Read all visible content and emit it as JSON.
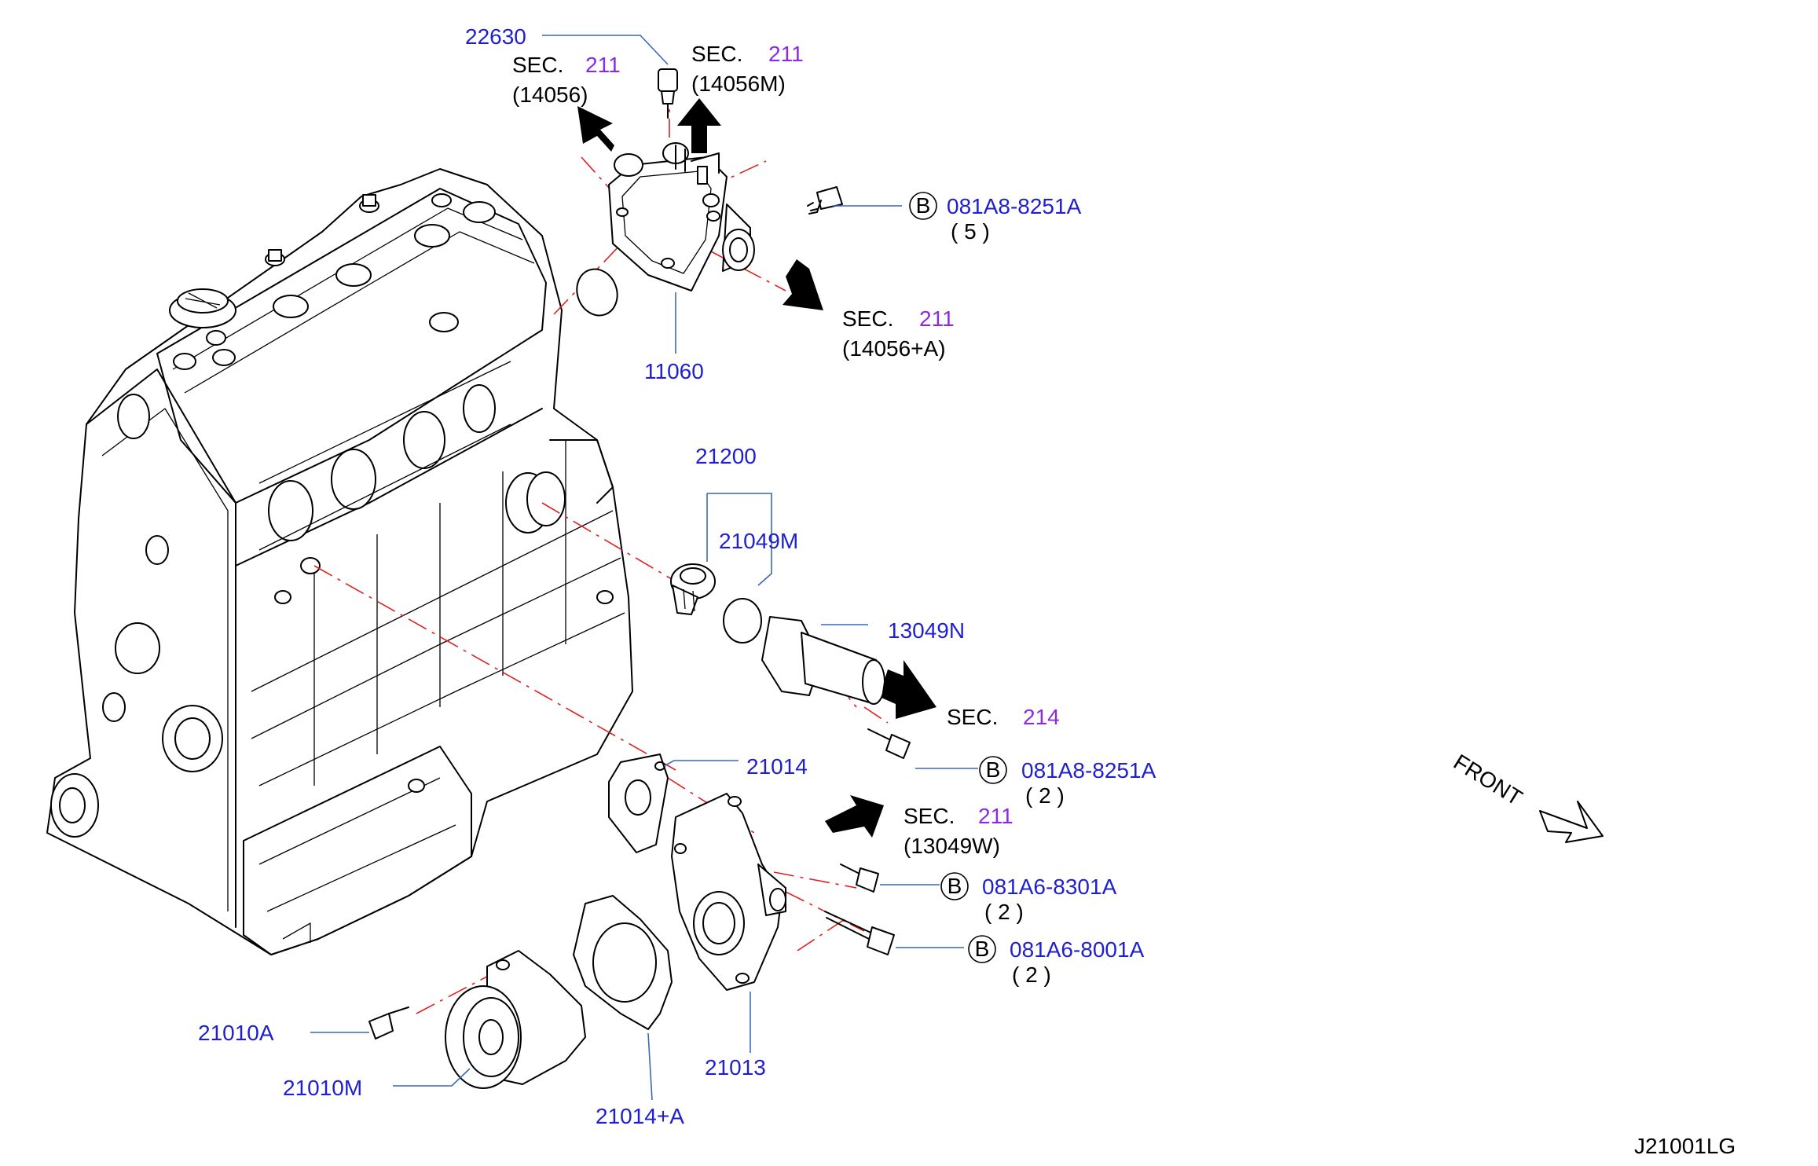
{
  "labels": {
    "p22630": "22630",
    "p11060": "11060",
    "p21200": "21200",
    "p21049M": "21049M",
    "p13049N": "13049N",
    "p21014": "21014",
    "p21010A": "21010A",
    "p21010M": "21010M",
    "p21014A": "21014+A",
    "p21013": "21013",
    "b1_code": "081A8-8251A",
    "b1_qty": "( 5 )",
    "b2_code": "081A8-8251A",
    "b2_qty": "( 2 )",
    "b3_code": "081A6-8301A",
    "b3_qty": "( 2 )",
    "b4_code": "081A6-8001A",
    "b4_qty": "( 2 )",
    "b_letter": "B",
    "sec_word": "SEC.",
    "sec1_num": "211",
    "sec1_ref": "(14056)",
    "sec2_num": "211",
    "sec2_ref": "(14056M)",
    "sec3_num": "211",
    "sec3_ref": "(14056+A)",
    "sec4_num": "214",
    "sec5_num": "211",
    "sec5_ref": "(13049W)",
    "front": "FRONT",
    "drawing_id": "J21001LG"
  },
  "colors": {
    "part_number": "#1f1fd0",
    "section_number": "#8a2be2",
    "leader": "#3a67b8",
    "center_line": "#e02020",
    "drawing": "#000000"
  }
}
